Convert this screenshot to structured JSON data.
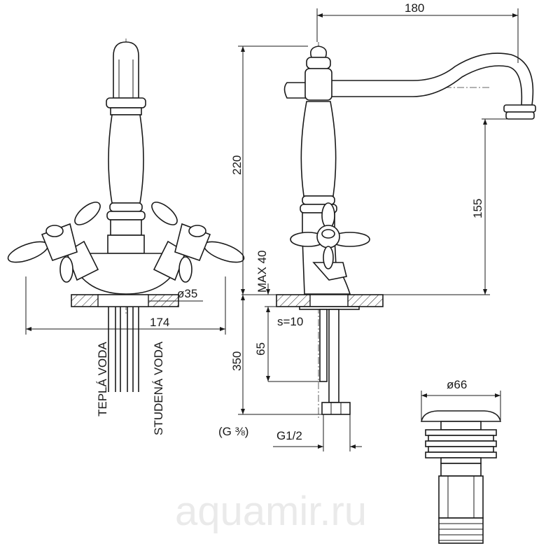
{
  "watermark": "aquamir.ru",
  "front_view": {
    "dim_plate_diameter": "ø35",
    "dim_width": "174",
    "label_hot_water": "TEPLÁ VODA",
    "label_cold_water": "STUDENÁ VODA",
    "thread_label": "(G ⅜)"
  },
  "side_view": {
    "dim_reach": "180",
    "dim_height": "220",
    "dim_spout_height": "155",
    "dim_max_thickness": "MAX  40",
    "dim_plate_thickness": "s=10",
    "dim_pipe_length": "65",
    "dim_hose_length": "350",
    "thread_label": "G1/2"
  },
  "drain_view": {
    "dim_diameter": "ø66"
  }
}
